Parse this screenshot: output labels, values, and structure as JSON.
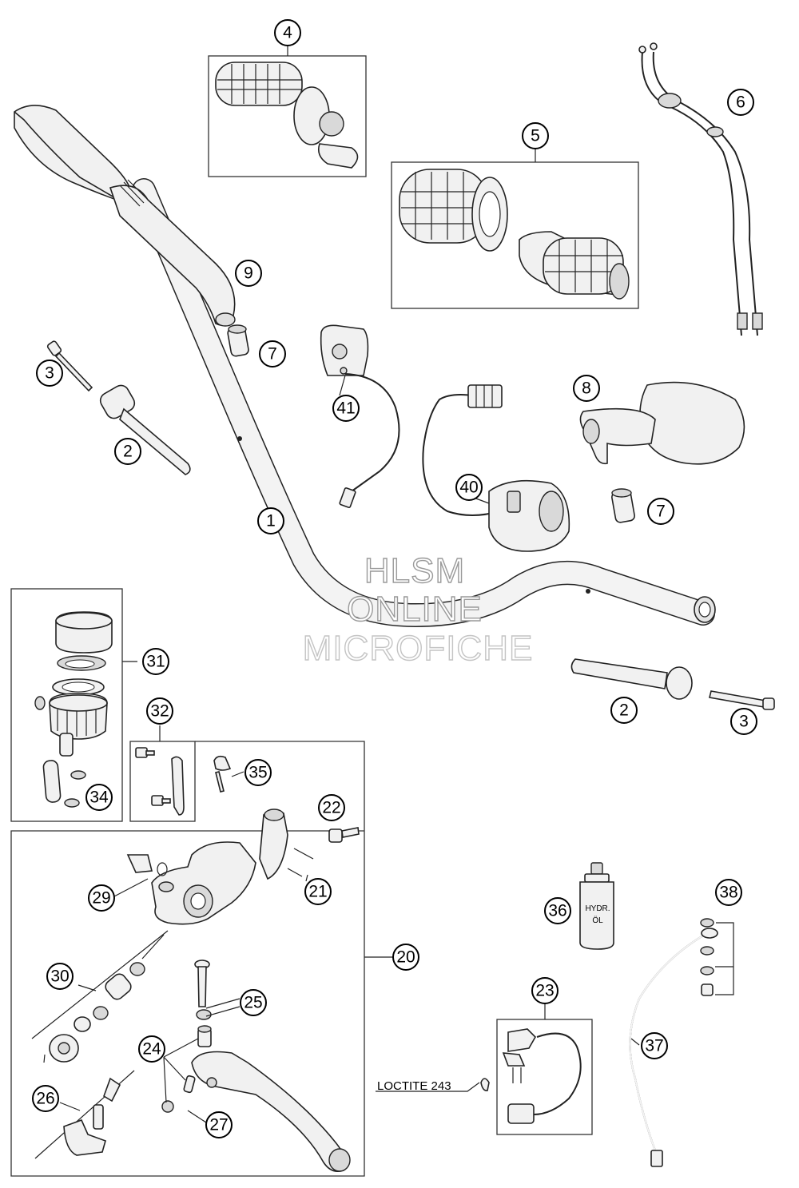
{
  "callouts": {
    "c1": "1",
    "c2a": "2",
    "c2b": "2",
    "c3a": "3",
    "c3b": "3",
    "c4": "4",
    "c5": "5",
    "c6": "6",
    "c7a": "7",
    "c7b": "7",
    "c8": "8",
    "c9": "9",
    "c20": "20",
    "c21": "21",
    "c22": "22",
    "c23": "23",
    "c24": "24",
    "c25": "25",
    "c26": "26",
    "c27": "27",
    "c29": "29",
    "c30": "30",
    "c31": "31",
    "c32": "32",
    "c34": "34",
    "c35": "35",
    "c36": "36",
    "c37": "37",
    "c38": "38",
    "c40": "40",
    "c41": "41"
  },
  "note": {
    "loctite": "LOCTITE 243"
  },
  "bottle_label": {
    "line1": "HYDR.",
    "line2": "ÖL"
  },
  "watermark": {
    "line1": "HLSM",
    "line2": "ONLINE",
    "line3": "MICROFICHE"
  }
}
